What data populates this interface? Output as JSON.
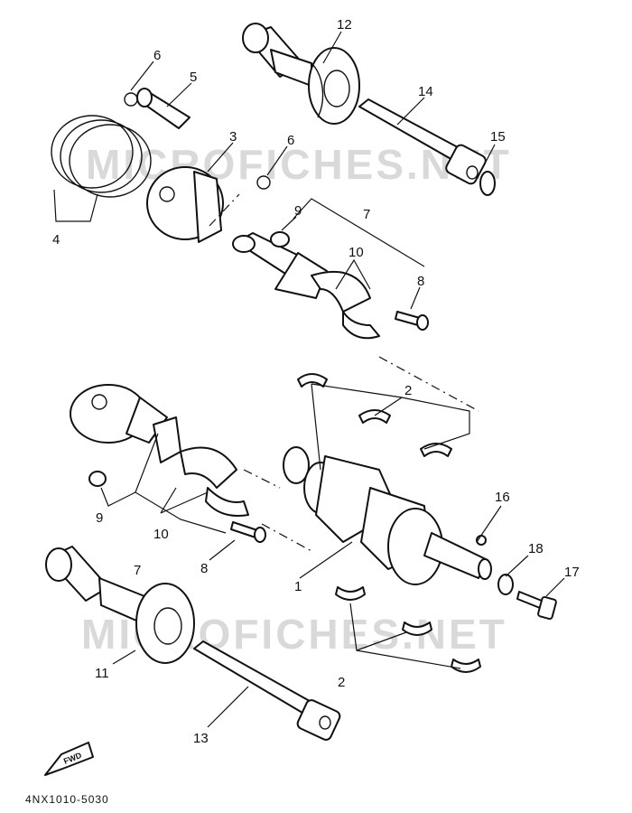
{
  "watermark": "MICROFICHES.NET",
  "fwd_label": "FWD",
  "drawing_code": "4NX1010-5030",
  "callouts": {
    "p1": "1",
    "p2a": "2",
    "p2b": "2",
    "p3": "3",
    "p4": "4",
    "p5": "5",
    "p6a": "6",
    "p6b": "6",
    "p7a": "7",
    "p7b": "7",
    "p8a": "8",
    "p8b": "8",
    "p9a": "9",
    "p9b": "9",
    "p10a": "10",
    "p10b": "10",
    "p11": "11",
    "p12": "12",
    "p13": "13",
    "p14": "14",
    "p15": "15",
    "p16": "16",
    "p17": "17",
    "p18": "18"
  }
}
